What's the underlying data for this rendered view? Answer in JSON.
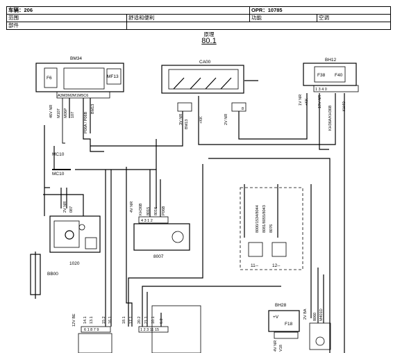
{
  "header": {
    "vehicle_label": "车辆：206",
    "opr_label": "OPR：10785",
    "scope_label": "范围",
    "scope_value": "舒适和便利",
    "function_label": "功能",
    "function_value": "空调",
    "parts_label": "部件"
  },
  "diagram": {
    "title": "原理",
    "page_number": "80.1",
    "components": {
      "bm34": "BM34",
      "ca00": "CA00",
      "bh12": "BH12",
      "mc10_a": "MC10",
      "mc10_b": "MC10",
      "bb00": "BB00",
      "c1020": "1020",
      "c8007": "8007",
      "bh28": "BH28",
      "f6": "F6",
      "mf13": "MF13",
      "f38": "F38",
      "f40": "F40",
      "f18": "F18",
      "plus_v": "+V",
      "code_11": "11--",
      "code_12": "12--"
    },
    "wires": {
      "bm34_pins": "A3M3M2M1M5C6",
      "w_46v": "46V NR",
      "w_m107": "M107",
      "w_m06p": "M06P",
      "w_107": "107",
      "w_p06a": "P06A / P06B",
      "w_bm13a": "BM13",
      "w_3v": "3V NR",
      "w_bm13b": "BM13",
      "w_kk": "+KK",
      "w_2v_ca": "2V NR",
      "w_ca_pin": "8",
      "w_1v": "1V NR",
      "w_kk2": "+KK",
      "w_19v": "19V NR",
      "w_kh36": "KH36A/KH36B",
      "w_kh40": "KH40",
      "bh12_pins": "1 3 4 0",
      "w_2v_1020": "2V NR",
      "w_087": "087",
      "w_4v": "4V NR",
      "w_kh36b": "KH36B",
      "w_8015": "8015",
      "w_8016": "8016",
      "w_p06b": "P06B",
      "p8007": "4 3 1 2",
      "w_8000": "8000/1534/8044",
      "w_8081": "8081/8055/8043",
      "w_8076": "8076",
      "w_12v": "12V BE",
      "w_2v_ba": "2V BA",
      "w_8060": "8060",
      "w_m401d": "M401D",
      "w_bb_4v": "4V NR",
      "w_bb_v18": "V18",
      "w_14_1": "14.1",
      "w_13_1": "13.1",
      "w_15_2": "15.2",
      "w_16_1": "16.1",
      "w_18_1": "18.1",
      "w_17_1": "17.1",
      "w_20_2": "20.2",
      "w_21_1": "21.1",
      "w_10_1": "10.1",
      "w_6_2": "6.2",
      "conn_a": "6 1 8 7 9",
      "conn_b": "1 2 3 11 15"
    }
  }
}
